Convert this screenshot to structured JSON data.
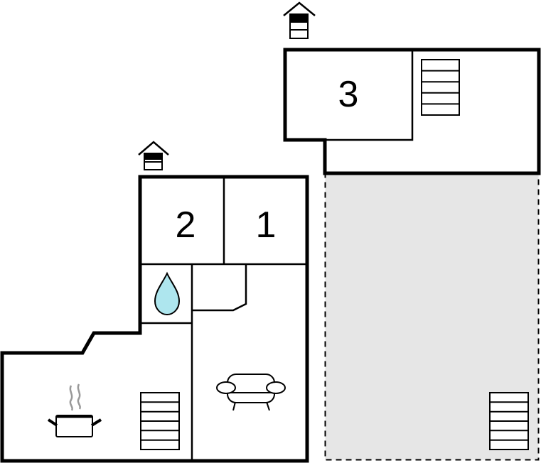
{
  "floorplan": {
    "rooms": [
      {
        "id": "room-3",
        "label": "3"
      },
      {
        "id": "room-2",
        "label": "2"
      },
      {
        "id": "room-1",
        "label": "1"
      }
    ],
    "colors": {
      "wall": "#000000",
      "terrace_fill": "#e6e6e6",
      "water_drop": "#aee6ee",
      "background": "#ffffff"
    },
    "icons": [
      "house-icon",
      "house-icon",
      "stairs-icon",
      "stairs-icon",
      "stairs-icon",
      "water-drop-icon",
      "cooking-pot-icon",
      "sofa-icon"
    ]
  }
}
